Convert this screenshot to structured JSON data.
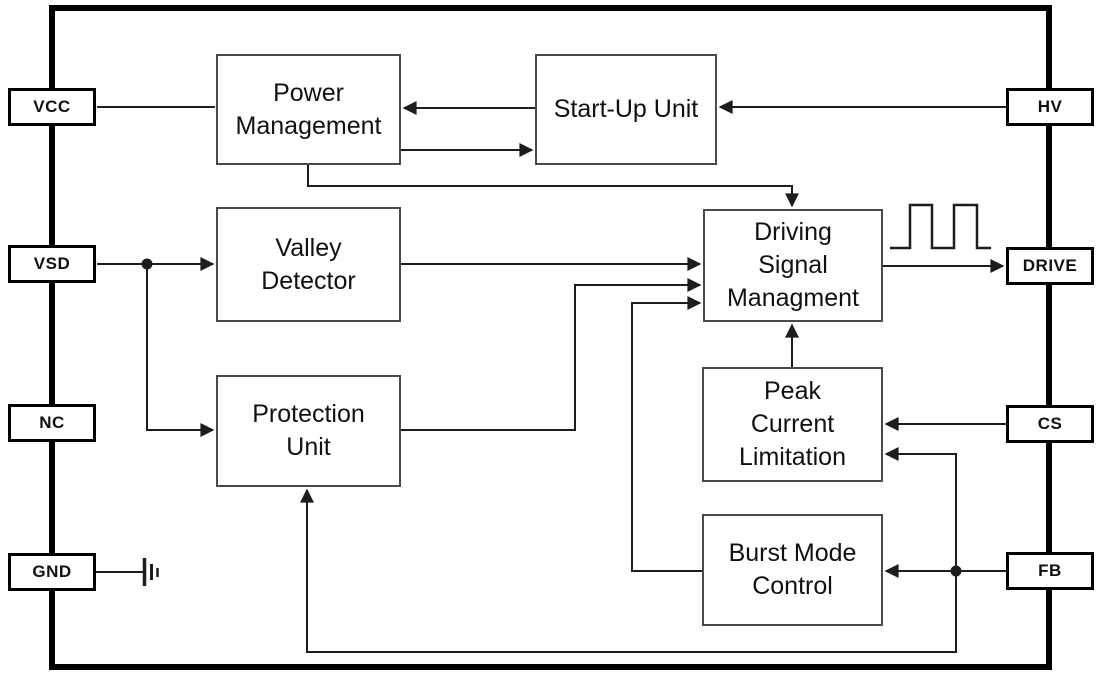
{
  "diagram": {
    "blocks": {
      "power_management": {
        "lines": [
          "Power",
          "Management"
        ]
      },
      "startup_unit": {
        "lines": [
          "Start-Up Unit"
        ]
      },
      "valley_detector": {
        "lines": [
          "Valley",
          "Detector"
        ]
      },
      "driving_signal_management": {
        "lines": [
          "Driving",
          "Signal",
          "Managment"
        ]
      },
      "peak_current_limitation": {
        "lines": [
          "Peak",
          "Current",
          "Limitation"
        ]
      },
      "protection_unit": {
        "lines": [
          "Protection",
          "Unit"
        ]
      },
      "burst_mode_control": {
        "lines": [
          "Burst Mode",
          "Control"
        ]
      }
    },
    "pins": {
      "left": [
        {
          "label": "VCC"
        },
        {
          "label": "VSD"
        },
        {
          "label": "NC"
        },
        {
          "label": "GND"
        }
      ],
      "right": [
        {
          "label": "HV"
        },
        {
          "label": "DRIVE"
        },
        {
          "label": "CS"
        },
        {
          "label": "FB"
        }
      ]
    },
    "symbols": [
      {
        "name": "pulse-waveform-icon",
        "meaning": "square-wave drive pulses near DRIVE output"
      },
      {
        "name": "ground-symbol-icon",
        "meaning": "earth/ground symbol attached to GND pin"
      }
    ],
    "connections": [
      {
        "from": "VCC pin",
        "to": "Power Management",
        "arrow": false
      },
      {
        "from": "Start-Up Unit",
        "to": "Power Management",
        "arrow": true
      },
      {
        "from": "Power Management",
        "to": "Start-Up Unit",
        "arrow": true
      },
      {
        "from": "HV pin",
        "to": "Start-Up Unit",
        "arrow": true
      },
      {
        "from": "Power Management",
        "to": "Driving Signal Managment (top)",
        "arrow": true
      },
      {
        "from": "VSD pin",
        "to": "Valley Detector",
        "arrow": true
      },
      {
        "from": "VSD pin",
        "to": "Protection Unit",
        "arrow": true
      },
      {
        "from": "Valley Detector",
        "to": "Driving Signal Managment",
        "arrow": true
      },
      {
        "from": "Protection Unit",
        "to": "Driving Signal Managment",
        "arrow": true
      },
      {
        "from": "Burst Mode Control",
        "to": "Driving Signal Managment",
        "arrow": true
      },
      {
        "from": "Driving Signal Managment",
        "to": "DRIVE pin",
        "arrow": true
      },
      {
        "from": "Peak Current Limitation",
        "to": "Driving Signal Managment (bottom)",
        "arrow": true
      },
      {
        "from": "CS pin",
        "to": "Peak Current Limitation",
        "arrow": true
      },
      {
        "from": "FB pin",
        "to": "Burst Mode Control",
        "arrow": true
      },
      {
        "from": "FB pin",
        "to": "Peak Current Limitation",
        "arrow": true
      },
      {
        "from": "FB pin",
        "to": "Protection Unit (bottom)",
        "arrow": true
      },
      {
        "from": "GND pin",
        "to": "ground symbol",
        "arrow": false
      }
    ],
    "colors": {
      "background": "#ffffff",
      "line": "#1d1d1d",
      "block_border": "#4a4a4a",
      "pin_border": "#000000",
      "outer_border": "#000000",
      "text": "#111111"
    }
  }
}
